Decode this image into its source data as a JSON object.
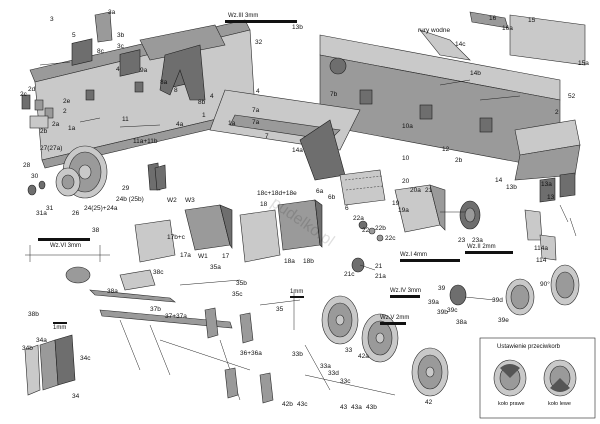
{
  "labels": {
    "p1": "1",
    "p1a": "1a",
    "p2": "2",
    "p2a": "2a",
    "p2b": "2b",
    "p2c": "2c",
    "p2d": "2d",
    "p2e": "2e",
    "p3": "3",
    "p3a": "3a",
    "p3b": "3b",
    "p3c": "3c",
    "p4": "4",
    "p4a": "4a",
    "p5": "5",
    "p6": "6",
    "p6a": "6a",
    "p6b": "6b",
    "p7": "7",
    "p7a": "7a",
    "p7b": "7b",
    "p8": "8",
    "p8a": "8a",
    "p8b": "8b",
    "p8c": "8c",
    "p9": "9",
    "p9a": "9a",
    "p10": "10",
    "p10a": "10a",
    "p11": "11",
    "p11a": "11a+11b",
    "p12": "12",
    "p13": "13",
    "p13a": "13a",
    "p13b": "13b",
    "p13c": "13b",
    "p14": "14",
    "p14a": "14a",
    "p14b": "14b",
    "p14c": "14c",
    "p15": "15",
    "p15a": "15a",
    "p16": "16",
    "p16a": "16a",
    "p17": "17",
    "p17a": "17a",
    "p17b": "17b+c",
    "p18": "18",
    "p18a": "18a",
    "p18b": "18b",
    "p18c": "18c+18d+18e",
    "p19": "19",
    "p19a": "19a",
    "p20": "20",
    "p20a": "20a",
    "p21": "21",
    "p21a": "21a",
    "p21c": "21c",
    "p22": "22",
    "p22a": "22a",
    "p22b": "22b",
    "p22c": "22c",
    "p23": "23",
    "p23a": "23a",
    "p24": "24(25)+24a",
    "p24b": "24b (25b)",
    "p26": "26",
    "p27": "27(27a)",
    "p28": "28",
    "p29": "29",
    "p30": "30",
    "p31": "31",
    "p31a": "31a",
    "p32": "32",
    "p33": "33",
    "p33a": "33a",
    "p33b": "33b",
    "p33c": "33c",
    "p33d": "33d",
    "p34": "34",
    "p34a": "34a",
    "p34b": "34b",
    "p34c": "34c",
    "p35": "35",
    "p35a": "35a",
    "p35b": "35b",
    "p35c": "35c",
    "p36": "36+36a",
    "p37": "37+37a",
    "p37b": "37b",
    "p38": "38",
    "p38a": "38a",
    "p38b": "38b",
    "p38c": "38c",
    "p39": "39",
    "p39a": "39a",
    "p39b": "39b",
    "p39c": "39c",
    "p39d": "39d",
    "p39e": "39e",
    "p42": "42",
    "p42a": "42a",
    "p42b": "42b",
    "p43": "43",
    "p43a": "43a",
    "p43b": "43b",
    "p43c": "43c",
    "p52": "52",
    "p114": "114",
    "p114a": "114a",
    "pW1": "W1",
    "pW2": "W2",
    "pW3": "W3",
    "ruryWodne": "rury wodne",
    "deg90": "90°",
    "onemm": "1mm",
    "onemm2": "1mm"
  },
  "gauges": {
    "wz3": "Wz.III   3mm",
    "wz1": "Wz.I   4mm",
    "wz2": "Wz.II   2mm",
    "wz4": "Wz.IV   3mm",
    "wz5": "Wz.V   2mm",
    "wz6": "Wz.VI   3mm"
  },
  "inset": {
    "title": "Ustawienie przeciwkorb",
    "right_wheel": "koło prawe",
    "left_wheel": "koło lewe"
  },
  "watermark": "pudelko.pl",
  "colors": {
    "part": "#9a9a9a",
    "part_light": "#c9c9c9",
    "part_dark": "#6e6e6e",
    "ink": "#111111"
  }
}
